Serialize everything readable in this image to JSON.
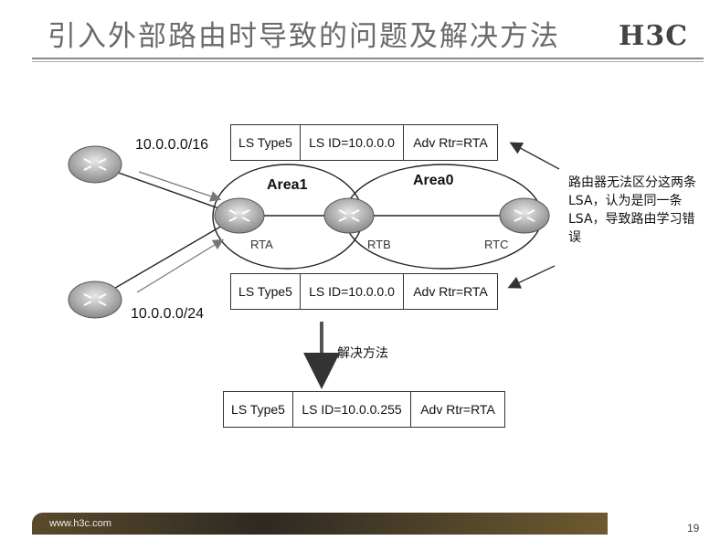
{
  "title": "引入外部路由时导致的问题及解决方法",
  "logo": "H3C",
  "footer": {
    "url": "www.h3c.com",
    "page": "19"
  },
  "networks": {
    "top": "10.0.0.0/16",
    "bottom": "10.0.0.0/24"
  },
  "areas": {
    "left": "Area1",
    "right": "Area0"
  },
  "routers": {
    "rta": "RTA",
    "rtb": "RTB",
    "rtc": "RTC"
  },
  "lsa_top": {
    "type": "LS Type5",
    "id": "LS ID=10.0.0.0",
    "adv": "Adv Rtr=RTA"
  },
  "lsa_mid": {
    "type": "LS Type5",
    "id": "LS ID=10.0.0.0",
    "adv": "Adv Rtr=RTA"
  },
  "lsa_bottom": {
    "type": "LS Type5",
    "id": "LS ID=10.0.0.255",
    "adv": "Adv Rtr=RTA"
  },
  "note": "路由器无法区分这两条LSA，认为是同一条LSA，导致路由学习错误",
  "solution_label": "解决方法"
}
